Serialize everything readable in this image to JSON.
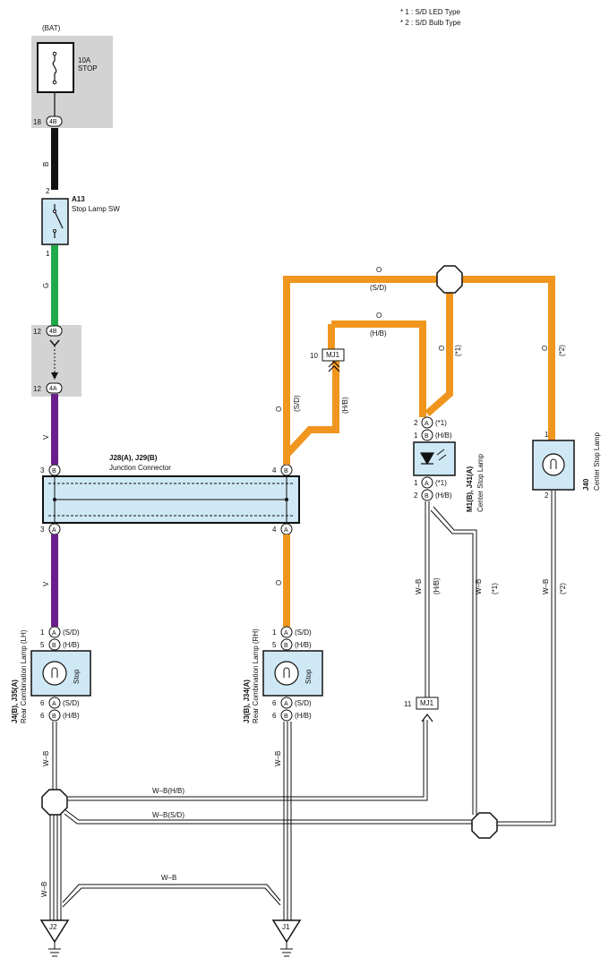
{
  "notes": [
    "* 1 : S/D LED Type",
    "* 2 : S/D Bulb Type"
  ],
  "fuse": {
    "source": "(BAT)",
    "rating": "10A",
    "name": "STOP",
    "pin": "18",
    "connector": "4B"
  },
  "stop_lamp_sw": {
    "code": "A13",
    "name": "Stop Lamp SW",
    "pin_in": "2",
    "pin_out": "1"
  },
  "join_4b": {
    "pin": "12",
    "connector": "4B"
  },
  "join_4a": {
    "pin": "12",
    "connector": "4A"
  },
  "junction": {
    "code": "J28(A), J29(B)",
    "name": "Junction Connector",
    "pin_left_top": "3",
    "conn_left_top": "B",
    "pin_right_top": "4",
    "conn_right_top": "B",
    "pin_left_bot": "3",
    "conn_left_bot": "A",
    "pin_right_bot": "4",
    "conn_right_bot": "A"
  },
  "wires": {
    "b": "B",
    "g": "G",
    "v": "V",
    "o": "O",
    "wb": "W–B",
    "sd": "(S/D)",
    "hb": "(H/B)",
    "star1": "(*1)",
    "star2": "(*2)",
    "wb_hb": "W–B(H/B)",
    "wb_sd": "W–B(S/D)"
  },
  "mj1_top": {
    "pin": "10",
    "name": "MJ1"
  },
  "mj1_bottom": {
    "pin": "11",
    "name": "MJ1"
  },
  "center_led": {
    "code": "M1(B), J41(A)",
    "name": "Center Stop Lamp",
    "p_top1": "2",
    "c_top1": "A",
    "l_top1": "(*1)",
    "p_top2": "1",
    "c_top2": "B",
    "l_top2": "(H/B)",
    "p_bot1": "1",
    "c_bot1": "A",
    "l_bot1": "(*1)",
    "p_bot2": "2",
    "c_bot2": "B",
    "l_bot2": "(H/B)"
  },
  "center_bulb": {
    "code": "J40",
    "name": "Center Stop Lamp",
    "pin_top": "1",
    "pin_bot": "2"
  },
  "rear_lh": {
    "code": "J4(B), J35(A)",
    "name": "Rear Combination Lamp (LH)",
    "label": "Stop",
    "p1": "1",
    "c1": "A",
    "l1": "(S/D)",
    "p2": "5",
    "c2": "B",
    "l2": "(H/B)",
    "p3": "6",
    "c3": "A",
    "l3": "(S/D)",
    "p4": "6",
    "c4": "B",
    "l4": "(H/B)"
  },
  "rear_rh": {
    "code": "J3(B), J34(A)",
    "name": "Rear Combination Lamp (RH)",
    "label": "Stop",
    "p1": "1",
    "c1": "A",
    "l1": "(S/D)",
    "p2": "5",
    "c2": "B",
    "l2": "(H/B)",
    "p3": "6",
    "c3": "A",
    "l3": "(S/D)",
    "p4": "6",
    "c4": "B",
    "l4": "(H/B)"
  },
  "grounds": {
    "left": "J2",
    "right": "J1"
  },
  "colors": {
    "orange": "#f0961e",
    "purple": "#6a1f8a",
    "green": "#1faa4a",
    "black": "#111111",
    "box_fill": "#cfe8f5",
    "shade": "#d3d3d3"
  }
}
